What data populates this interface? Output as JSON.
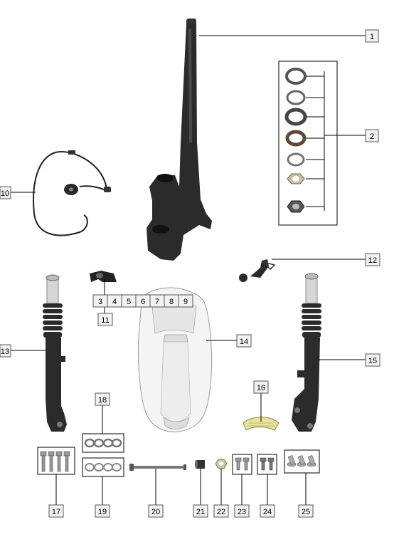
{
  "title": "",
  "callouts": [
    {
      "id": "1",
      "label": "1"
    },
    {
      "id": "2",
      "label": "2"
    },
    {
      "id": "3",
      "label": "3"
    },
    {
      "id": "4",
      "label": "4"
    },
    {
      "id": "5",
      "label": "5"
    },
    {
      "id": "6",
      "label": "6"
    },
    {
      "id": "7",
      "label": "7"
    },
    {
      "id": "8",
      "label": "8"
    },
    {
      "id": "9",
      "label": "9"
    },
    {
      "id": "10",
      "label": "10"
    },
    {
      "id": "11",
      "label": "11"
    },
    {
      "id": "12",
      "label": "12"
    },
    {
      "id": "13",
      "label": "13"
    },
    {
      "id": "14",
      "label": "14"
    },
    {
      "id": "15",
      "label": "15"
    },
    {
      "id": "16",
      "label": "16"
    },
    {
      "id": "17",
      "label": "17"
    },
    {
      "id": "18",
      "label": "18"
    },
    {
      "id": "19",
      "label": "19"
    },
    {
      "id": "20",
      "label": "20"
    },
    {
      "id": "21",
      "label": "21"
    },
    {
      "id": "22",
      "label": "22"
    },
    {
      "id": "23",
      "label": "23"
    },
    {
      "id": "24",
      "label": "24"
    },
    {
      "id": "25",
      "label": "25"
    }
  ],
  "colors": {
    "part_dark": "#2a2a2a",
    "part_mid": "#555555",
    "fender": "#f4f4f4",
    "reflector": "#e8e6a0",
    "chrome": "#d0d0d0"
  }
}
